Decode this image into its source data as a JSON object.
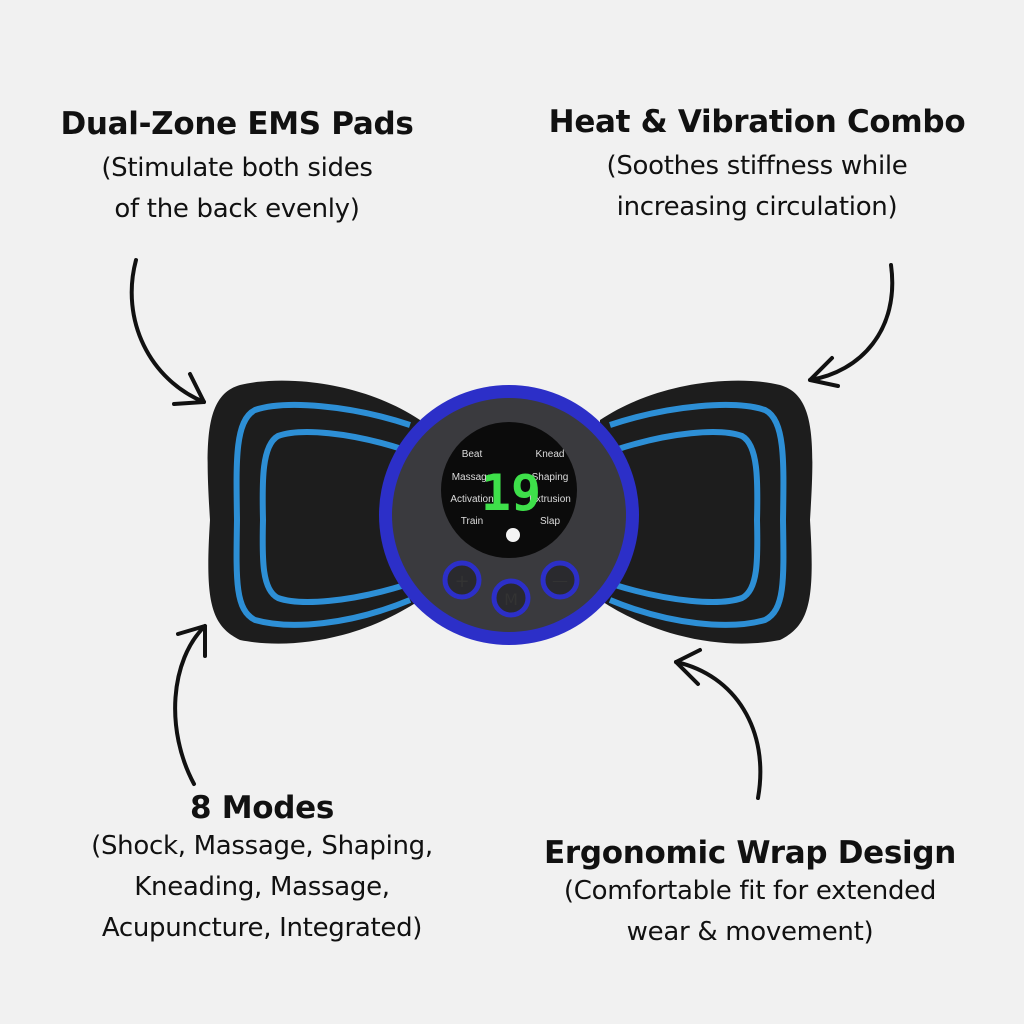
{
  "features": [
    {
      "title": "Dual-Zone EMS Pads",
      "lines": [
        "(Stimulate both sides",
        "of the back evenly)"
      ]
    },
    {
      "title": "Heat & Vibration Combo",
      "lines": [
        "(Soothes stiffness while",
        "increasing circulation)"
      ]
    },
    {
      "title": "8 Modes",
      "lines": [
        "(Shock, Massage, Shaping,",
        "Kneading, Massage,",
        "Acupuncture, Integrated)"
      ]
    },
    {
      "title": "Ergonomic Wrap Design",
      "lines": [
        "(Comfortable fit for extended",
        "wear & movement)"
      ]
    }
  ],
  "device": {
    "display_value": "19",
    "left_modes": [
      "Beat",
      "Massage",
      "Activation",
      "Train"
    ],
    "right_modes": [
      "Knead",
      "Shaping",
      "Extrusion",
      "Slap"
    ],
    "buttons": [
      "+",
      "M",
      "—"
    ],
    "colors": {
      "pad": "#1c1c1c",
      "pad_line": "#2d8fd6",
      "ring": "#2c2fc8",
      "digit": "#3ee04a",
      "background": "#f1f1f1"
    }
  }
}
